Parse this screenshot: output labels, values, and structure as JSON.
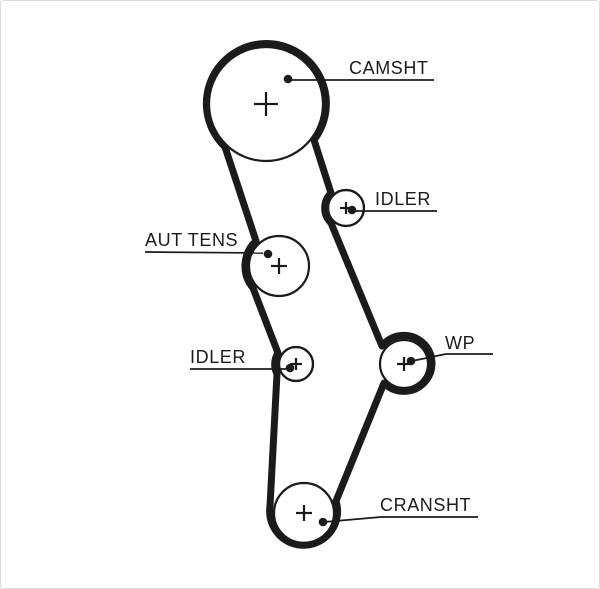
{
  "page": {
    "background": "#ffffff",
    "border_color": "#dcdcdc",
    "ink": "#1b1b1b"
  },
  "diagram": {
    "type": "timing-belt-routing",
    "pulleys": [
      {
        "id": "camshaft",
        "label": "CAMSHT"
      },
      {
        "id": "idler-upper",
        "label": "IDLER"
      },
      {
        "id": "tensioner",
        "label": "AUT TENS"
      },
      {
        "id": "idler-lower",
        "label": "IDLER"
      },
      {
        "id": "water-pump",
        "label": "WP"
      },
      {
        "id": "crankshaft",
        "label": "CRANSHT"
      }
    ]
  }
}
